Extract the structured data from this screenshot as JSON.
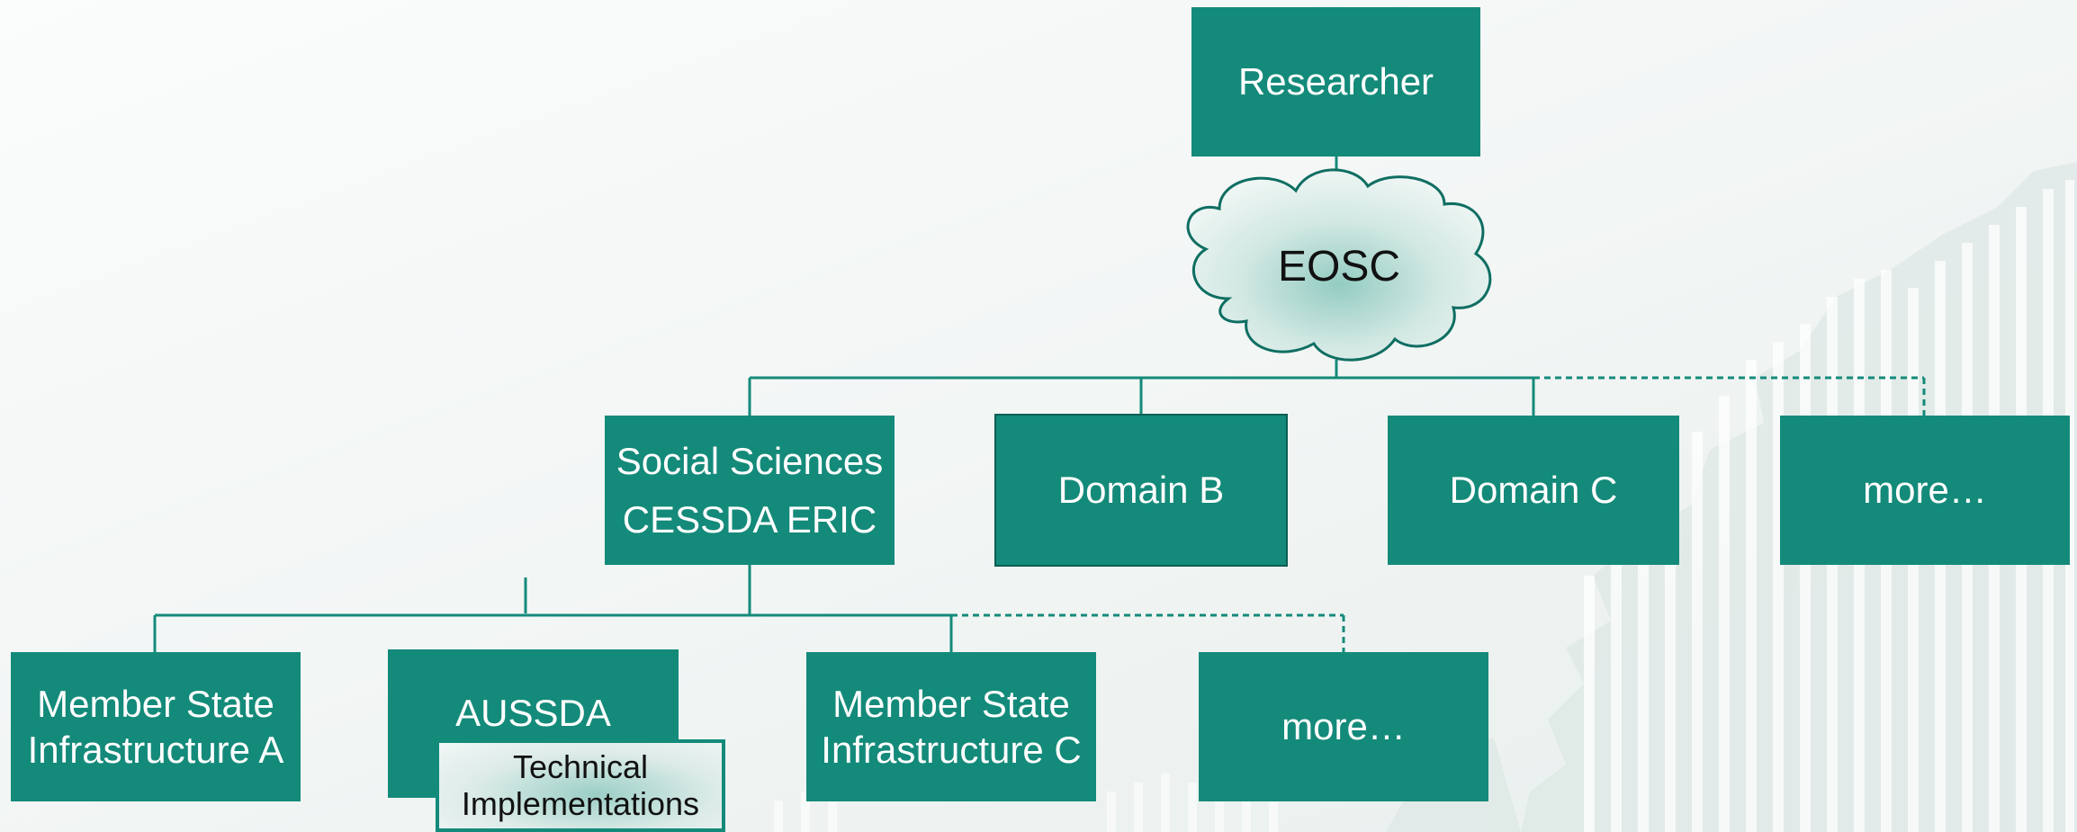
{
  "colors": {
    "node_fill": "#148a7a",
    "connector": "#148a7a",
    "text_light": "#ffffff",
    "text_dark": "#111111"
  },
  "top": {
    "label": "Researcher"
  },
  "cloud": {
    "label": "EOSC"
  },
  "domains": [
    {
      "lines": [
        "Social Sciences",
        "CESSDA ERIC"
      ]
    },
    {
      "lines": [
        "Domain B"
      ]
    },
    {
      "lines": [
        "Domain C"
      ]
    },
    {
      "lines": [
        "more…"
      ]
    }
  ],
  "infrastructures": [
    {
      "lines": [
        "Member State",
        "Infrastructure A"
      ]
    },
    {
      "lines": [
        "AUSSDA"
      ]
    },
    {
      "lines": [
        "Member State",
        "Infrastructure C"
      ]
    },
    {
      "lines": [
        "more…"
      ]
    }
  ],
  "technical": {
    "lines": [
      "Technical",
      "Implementations"
    ]
  }
}
